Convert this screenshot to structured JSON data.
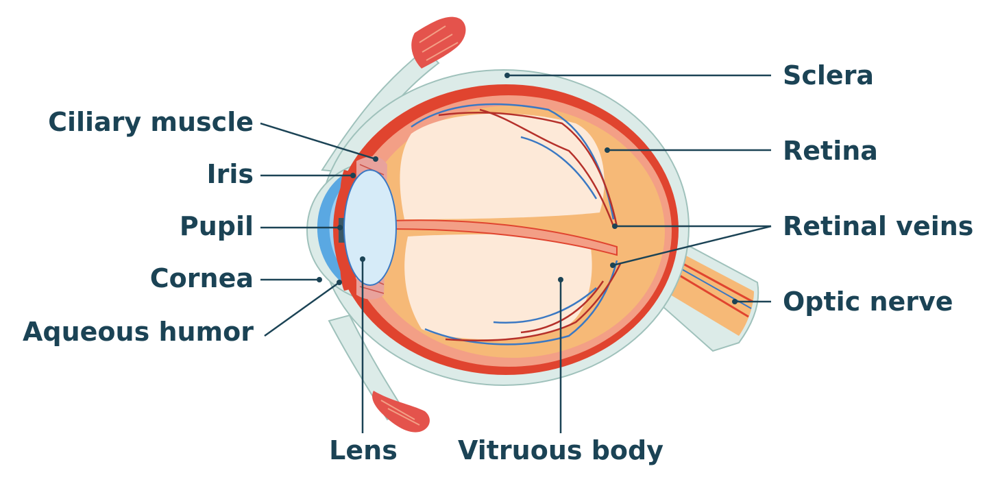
{
  "labels": {
    "sclera": "Sclera",
    "ciliary_muscle": "Ciliary muscle",
    "retina": "Retina",
    "iris": "Iris",
    "pupil": "Pupil",
    "retinal_veins": "Retinal veins",
    "cornea": "Cornea",
    "optic_nerve": "Optic nerve",
    "aqueous_humor": "Aqueous humor",
    "lens": "Lens",
    "vitruous_body": "Vitruous body"
  },
  "colors": {
    "label_text": "#1b4355",
    "leader_line": "#1b4355",
    "sclera": "#dcebe8",
    "sclera_outline": "#9fc1bb",
    "choroid": "#e0442f",
    "retina": "#f39f86",
    "vitreous_outer": "#f6b977",
    "vitreous_inner": "#fde9d8",
    "lens": "#d6ebf8",
    "cornea": "#5aa8e2",
    "muscle": "#e4534c",
    "vein": "#3a78c3",
    "artery": "#b5302a"
  }
}
